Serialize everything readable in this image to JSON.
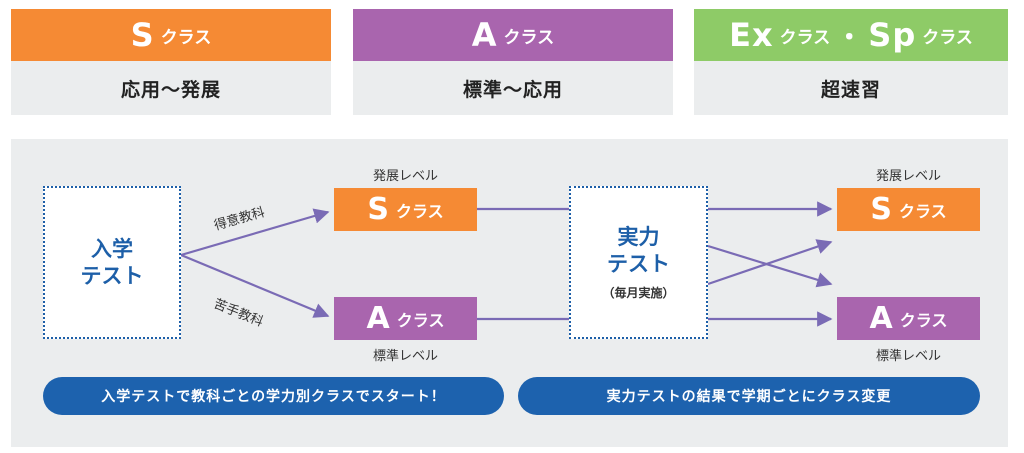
{
  "cards": [
    {
      "letter": "S",
      "suffix": "クラス",
      "desc": "応用〜発展",
      "color": "#f58a34"
    },
    {
      "letter": "A",
      "suffix": "クラス",
      "desc": "標準〜応用",
      "color": "#a965ae"
    },
    {
      "letter1": "Ex",
      "suffix1": "クラス",
      "dot": "・",
      "letter2": "Sp",
      "suffix2": "クラス",
      "desc": "超速習",
      "color": "#8ecb67"
    }
  ],
  "diagram": {
    "entrance_test": {
      "line1": "入学",
      "line2": "テスト"
    },
    "edge_upper": "得意教科",
    "edge_lower": "苦手教科",
    "proficiency_test": {
      "line1": "実力",
      "line2": "テスト",
      "note": "（毎月実施）"
    },
    "s_class": {
      "letter": "S",
      "suffix": "クラス",
      "level": "発展レベル"
    },
    "a_class": {
      "letter": "A",
      "suffix": "クラス",
      "level": "標準レベル"
    },
    "pill_left": "入学テストで教科ごとの学力別クラスでスタート！",
    "pill_right": "実力テストの結果で学期ごとにクラス変更",
    "arrow_color": "#7a6bb5"
  }
}
